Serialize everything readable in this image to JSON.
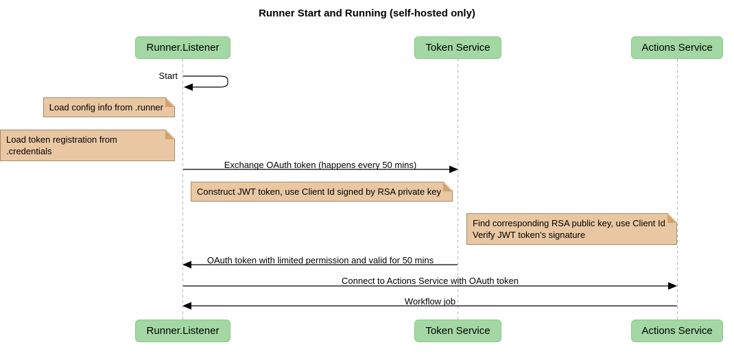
{
  "title": "Runner Start and Running (self-hosted only)",
  "participants": [
    {
      "name": "Runner.Listener"
    },
    {
      "name": "Token Service"
    },
    {
      "name": "Actions Service"
    }
  ],
  "messages": [
    {
      "label": "Start",
      "type": "self",
      "from": "Runner.Listener",
      "to": "Runner.Listener"
    },
    {
      "label": "Exchange OAuth token (happens every 50 mins)",
      "type": "solid",
      "from": "Runner.Listener",
      "to": "Token Service"
    },
    {
      "label": "OAuth token with limited permission and valid for 50 mins",
      "type": "solid",
      "from": "Token Service",
      "to": "Runner.Listener"
    },
    {
      "label": "Connect to Actions Service with OAuth token",
      "type": "solid",
      "from": "Runner.Listener",
      "to": "Actions Service"
    },
    {
      "label": "Workflow job",
      "type": "solid",
      "from": "Actions Service",
      "to": "Runner.Listener"
    }
  ],
  "notes": [
    {
      "text": "Load config info from .runner"
    },
    {
      "text": "Load token registration from .credentials"
    },
    {
      "text": "Construct JWT token, use Client Id signed by RSA private key"
    },
    {
      "text": "Find corresponding RSA public key, use Client Id\nVerify JWT token's signature"
    }
  ],
  "colors": {
    "participant_fill": "#a3d7a3",
    "participant_border": "#8cc98c",
    "note_fill": "#e9c7a3",
    "note_border": "#a58963",
    "note_fold": "#cfa26f",
    "lifeline": "#b3b3b3",
    "arrow": "#000000"
  }
}
